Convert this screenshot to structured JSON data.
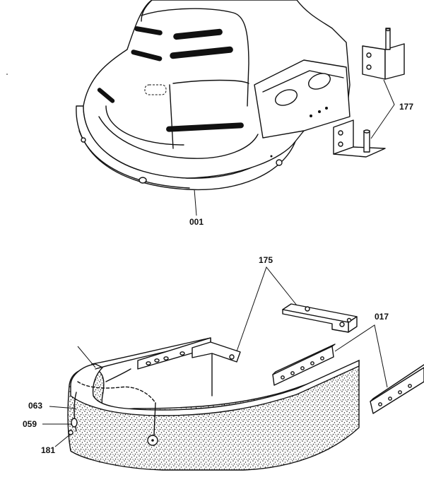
{
  "parts": {
    "p177": "177",
    "p001": "001",
    "p175": "175",
    "p017": "017",
    "p063": "063",
    "p059": "059",
    "p181": "181"
  },
  "colors": {
    "ink": "#111111",
    "paper": "#ffffff"
  }
}
